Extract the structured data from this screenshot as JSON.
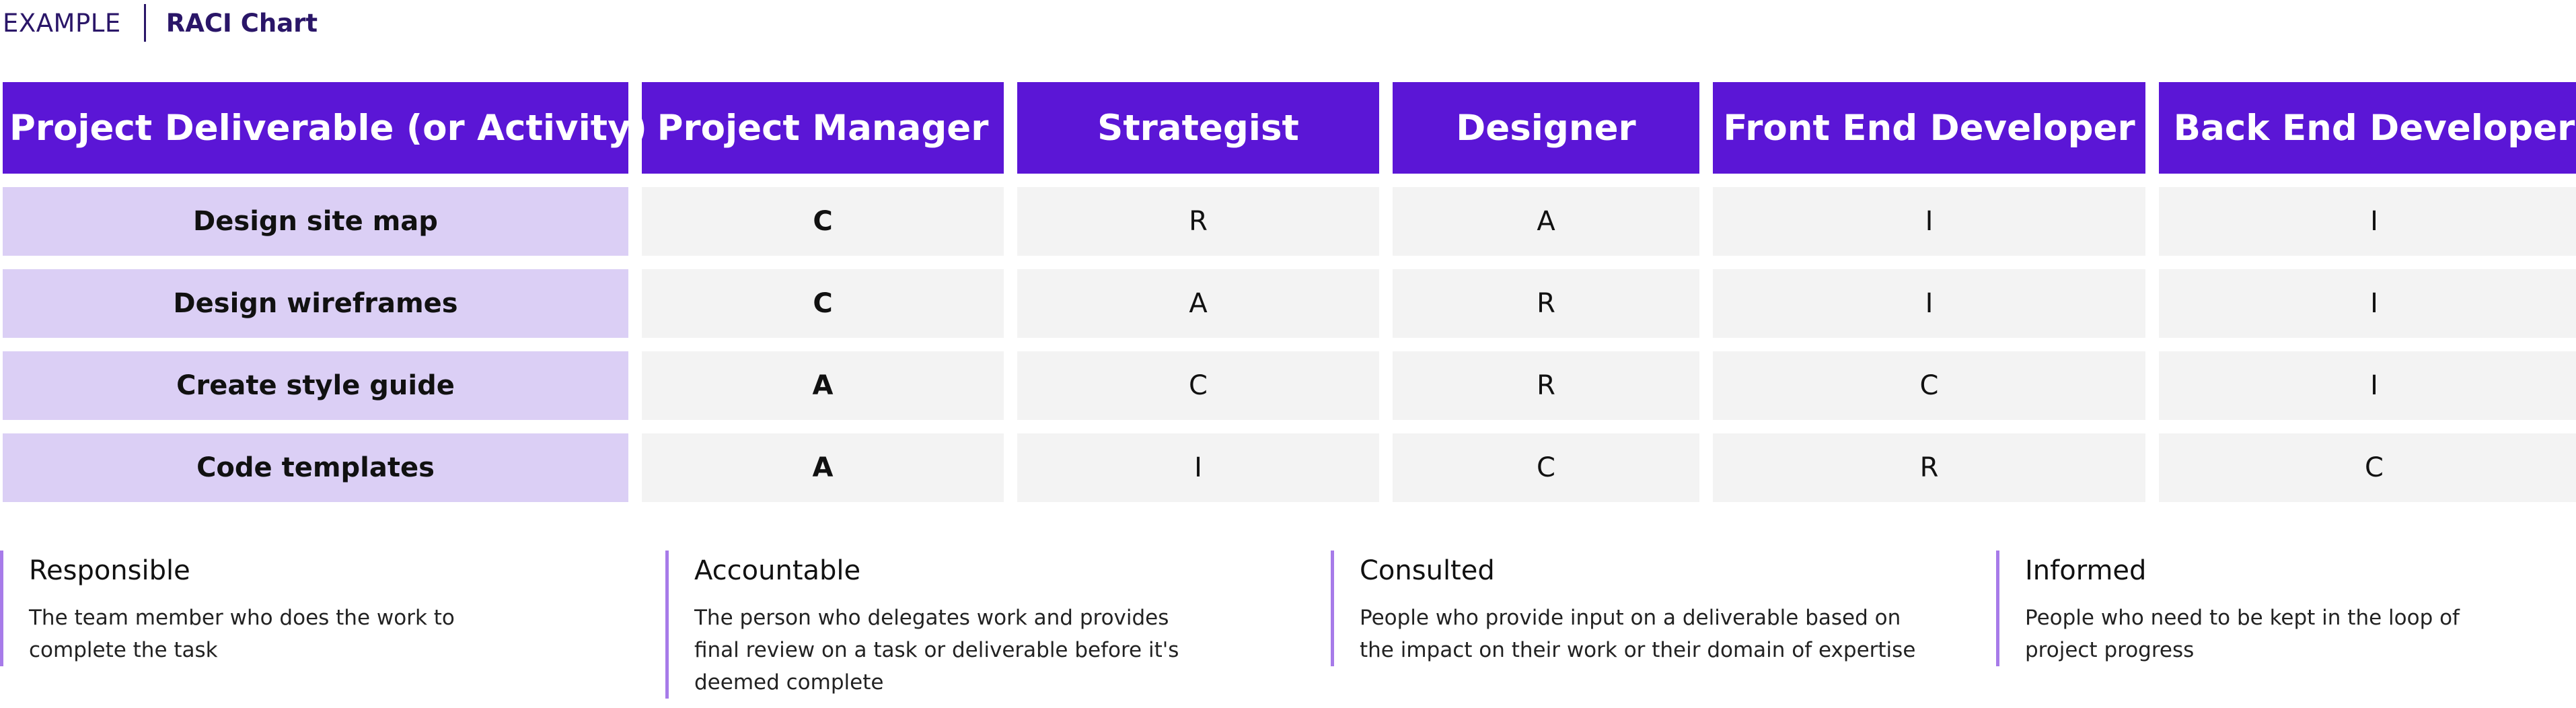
{
  "header": {
    "eyebrow": "EXAMPLE",
    "title": "RACI Chart"
  },
  "table": {
    "columns": [
      "Project Deliverable (or Activity)",
      "Project Manager",
      "Strategist",
      "Designer",
      "Front End Developer",
      "Back End Developer"
    ],
    "rows": [
      {
        "activity": "Design site map",
        "cells": [
          "C",
          "R",
          "A",
          "I",
          "I"
        ]
      },
      {
        "activity": "Design wireframes",
        "cells": [
          "C",
          "A",
          "R",
          "I",
          "I"
        ]
      },
      {
        "activity": "Create style guide",
        "cells": [
          "A",
          "C",
          "R",
          "C",
          "I"
        ]
      },
      {
        "activity": "Code templates",
        "cells": [
          "A",
          "I",
          "C",
          "R",
          "C"
        ]
      }
    ]
  },
  "legend": [
    {
      "title": "Responsible",
      "description": "The team member who does the work to complete the task"
    },
    {
      "title": "Accountable",
      "description": "The person who delegates work and provides final review on a task or  deliverable before it's deemed complete"
    },
    {
      "title": "Consulted",
      "description": "People who provide input on a deliverable based on the impact on their work or their domain of expertise"
    },
    {
      "title": "Informed",
      "description": "People who need to be kept in the loop of project progress"
    }
  ],
  "colors": {
    "header_fill": "#5b16d6",
    "activity_fill": "#dbcff5",
    "cell_fill": "#f3f3f3",
    "accent_text": "#2a1668",
    "legend_rule": "#a77be9"
  }
}
